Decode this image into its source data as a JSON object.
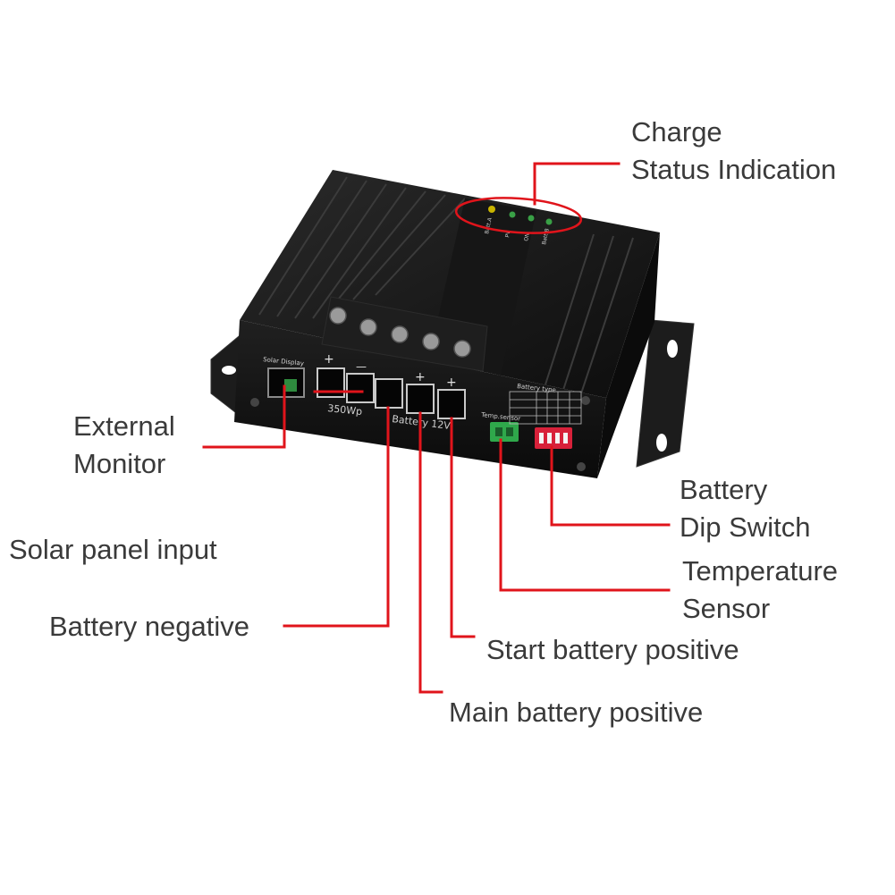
{
  "labels": {
    "charge_status": [
      "Charge",
      "Status Indication"
    ],
    "external_monitor": [
      "External",
      "Monitor"
    ],
    "battery_dip_switch": [
      "Battery",
      "Dip Switch"
    ],
    "temperature_sensor": [
      "Temperature",
      "Sensor"
    ],
    "solar_panel_input": "Solar panel input",
    "battery_negative": "Battery negative",
    "start_battery_positive": "Start battery positive",
    "main_battery_positive": "Main battery positive"
  },
  "device_print": {
    "solar_display": "Solar Display",
    "rated_power": "350Wp",
    "battery_voltage": "Battery 12V",
    "temp_sensor": "Temp.sensor",
    "battery_type": "Battery type",
    "led_labels": [
      "Batt.A",
      "PV",
      "ON",
      "Batt.B"
    ],
    "plus": "+",
    "minus": "—"
  },
  "colors": {
    "leader_line": "#e0141b",
    "label_text": "#3a3a3a",
    "housing": "#141414",
    "terminal_green": "#2fa84b",
    "dip_red": "#d8213a"
  }
}
